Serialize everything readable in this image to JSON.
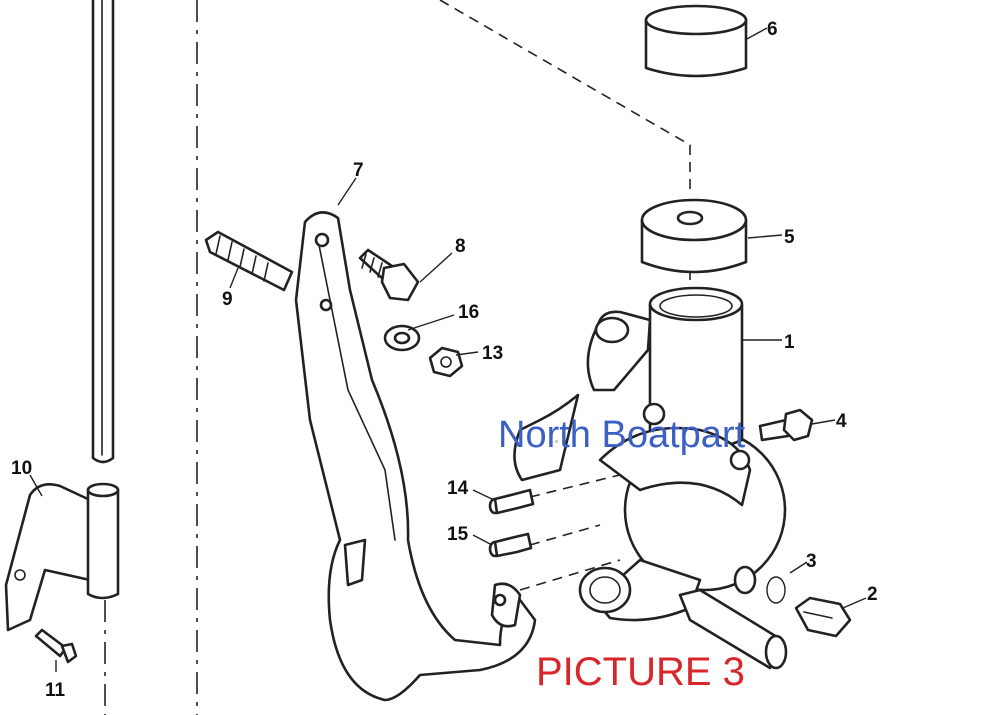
{
  "callouts": {
    "c1": "1",
    "c2": "2",
    "c3": "3",
    "c4": "4",
    "c5": "5",
    "c6": "6",
    "c7": "7",
    "c8": "8",
    "c9": "9",
    "c10": "10",
    "c11": "11",
    "c13": "13",
    "c14": "14",
    "c15": "15",
    "c16": "16"
  },
  "watermark": "North Boatpart",
  "caption": "PICTURE 3",
  "colors": {
    "watermark": "#3b5fc4",
    "caption": "#d8262b",
    "linework": "#222222"
  }
}
